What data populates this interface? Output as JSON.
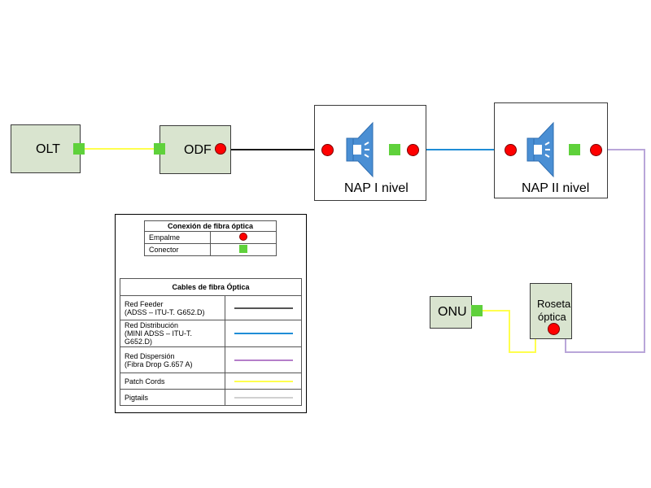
{
  "nodes": {
    "olt": "OLT",
    "odf": "ODF",
    "nap1": "NAP I nivel",
    "nap2": "NAP II nivel",
    "onu": "ONU",
    "roseta_line1": "Roseta",
    "roseta_line2": "óptica"
  },
  "colors": {
    "empalme": "#ff0000",
    "conector": "#5fd13b",
    "feeder": "#555555",
    "distribucion": "#1f8dd6",
    "dispersion": "#b57ec9",
    "patch_cords": "#ffff4d",
    "pigtails": "#d0d0d0",
    "node_fill": "#d9e4cf",
    "speaker_icon": "#4a8fd4"
  },
  "icons": [
    "speaker-icon",
    "splice-dot",
    "connector-square"
  ],
  "legend": {
    "conexion_title": "Conexión de fibra óptica",
    "conexion_rows": [
      {
        "label": "Empalme",
        "symbol": "splice-dot"
      },
      {
        "label": "Conector",
        "symbol": "connector-square"
      }
    ],
    "cables_title": "Cables de fibra Óptica",
    "cable_rows": [
      {
        "line1": "Red Feeder",
        "line2": "(ADSS – ITU-T. G652.D)",
        "color": "#555555"
      },
      {
        "line1": "Red Distribución",
        "line2": "(MINI ADSS – ITU-T. G652.D)",
        "color": "#1f8dd6"
      },
      {
        "line1": "Red Dispersión",
        "line2": "(Fibra Drop G.657 A)",
        "color": "#b57ec9"
      },
      {
        "line1": "Patch Cords",
        "line2": "",
        "color": "#ffff4d"
      },
      {
        "line1": "Pigtails",
        "line2": "",
        "color": "#d0d0d0"
      }
    ]
  }
}
